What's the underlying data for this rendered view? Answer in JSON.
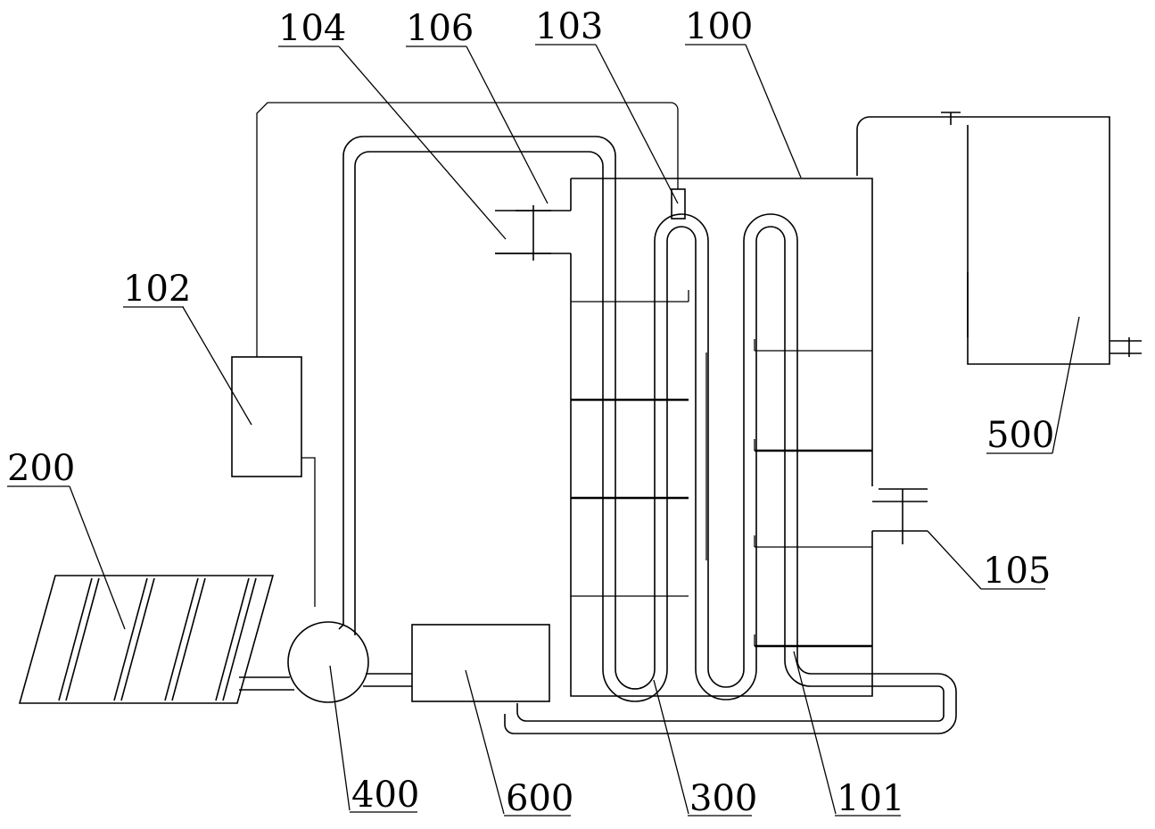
{
  "labels": {
    "l100": "100",
    "l101": "101",
    "l102": "102",
    "l103": "103",
    "l104": "104",
    "l105": "105",
    "l106": "106",
    "l200": "200",
    "l300": "300",
    "l400": "400",
    "l500": "500",
    "l600": "600"
  }
}
